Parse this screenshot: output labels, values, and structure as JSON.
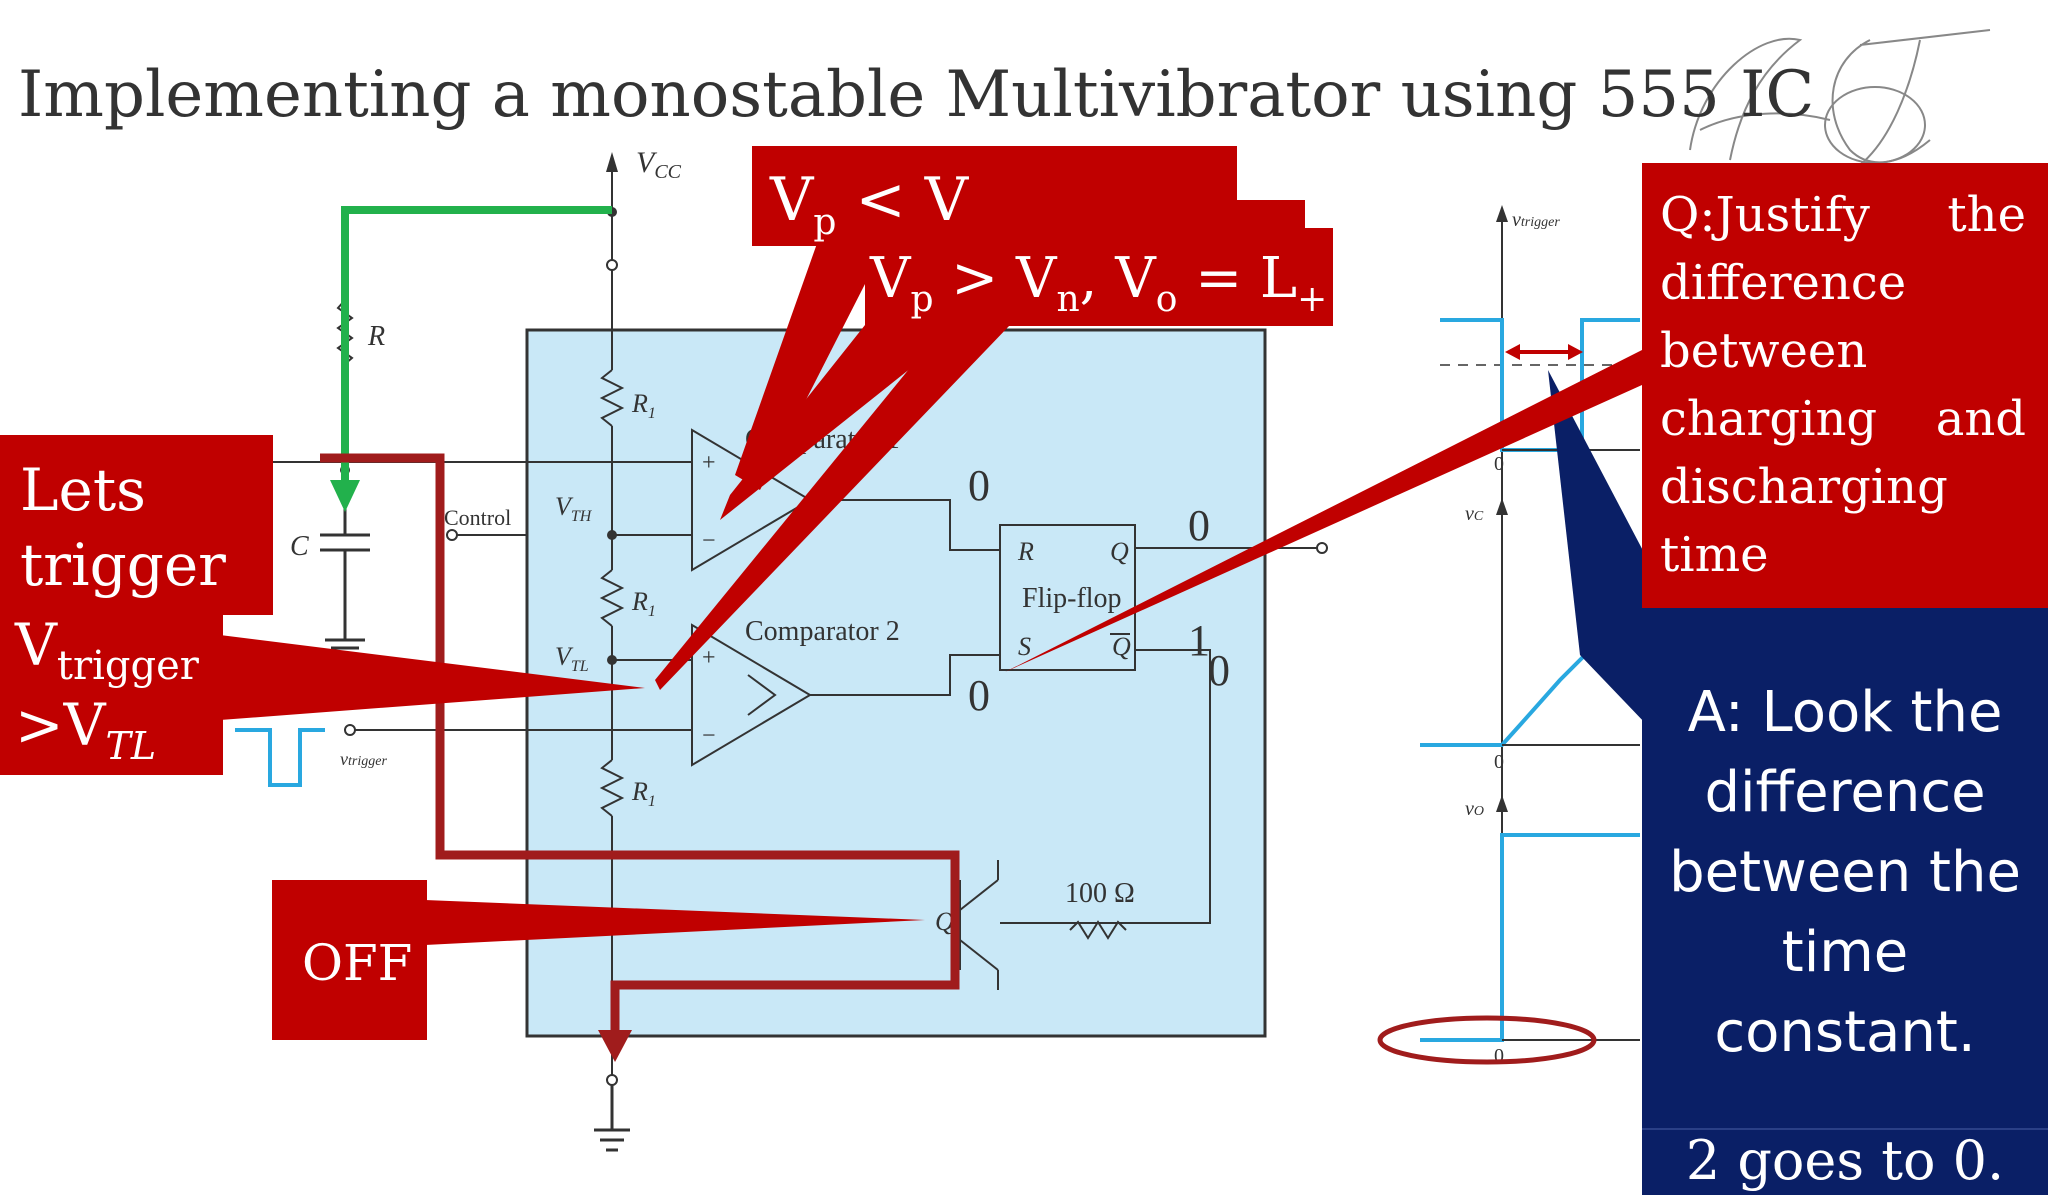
{
  "title": "Implementing a monostable Multivibrator using 555 IC",
  "schematic": {
    "vcc_label": "V",
    "vcc_sub": "CC",
    "resistor_r": "R",
    "capacitor_c": "C",
    "control_label": "Control",
    "vth_label": "V",
    "vth_sub": "TH",
    "vtl_label": "V",
    "vtl_sub": "TL",
    "r1_label": "R",
    "r1_sub": "1",
    "comparator1": "Comparator 1",
    "comparator2": "Comparator 2",
    "flipflop": "Flip-flop",
    "ff_r": "R",
    "ff_s": "S",
    "ff_q": "Q",
    "ff_qbar": "Q",
    "transistor_q": "Q",
    "resistor_100": "100 Ω",
    "trigger_input_label": "v",
    "trigger_input_sub": "trigger",
    "plus": "+",
    "minus": "−"
  },
  "logic_values": {
    "comp1_out": "0",
    "ff_q": "0",
    "ff_s": "0",
    "ff_qbar": "1",
    "ff_qbar_2": "0"
  },
  "waveforms": {
    "vtrigger_label": "v",
    "vtrigger_sub": "trigger",
    "vc_label": "v",
    "vc_sub": "C",
    "vo_label": "v",
    "vo_sub": "O",
    "zero": "0"
  },
  "callouts": {
    "top_back": "V",
    "top_back_sub": "p",
    "top_back_rest": " < V",
    "top_front_vp": "V",
    "top_front_p": "p",
    "top_front_mid": " > V",
    "top_front_n": "n",
    "top_front_vo": ", V",
    "top_front_o": "o",
    "top_front_eq": " = L",
    "top_front_plus": "+",
    "left_line1": "Lets",
    "left_line2": "trigger",
    "left_line3": "V",
    "left_line3_sub": "trigger",
    "left_line4": ">V",
    "left_line4_sub": "TL",
    "off": "OFF"
  },
  "question": "Q:Justify the difference between charging and discharging time",
  "answer": "A: Look the difference between the time constant.",
  "bottom_strip": "2 goes to 0.",
  "colors": {
    "red": "#c00000",
    "navy": "#0a1f66",
    "chip": "#c9e8f7",
    "wave": "#29a8e0",
    "green": "#22b14c",
    "darkred": "#a01c1c"
  }
}
